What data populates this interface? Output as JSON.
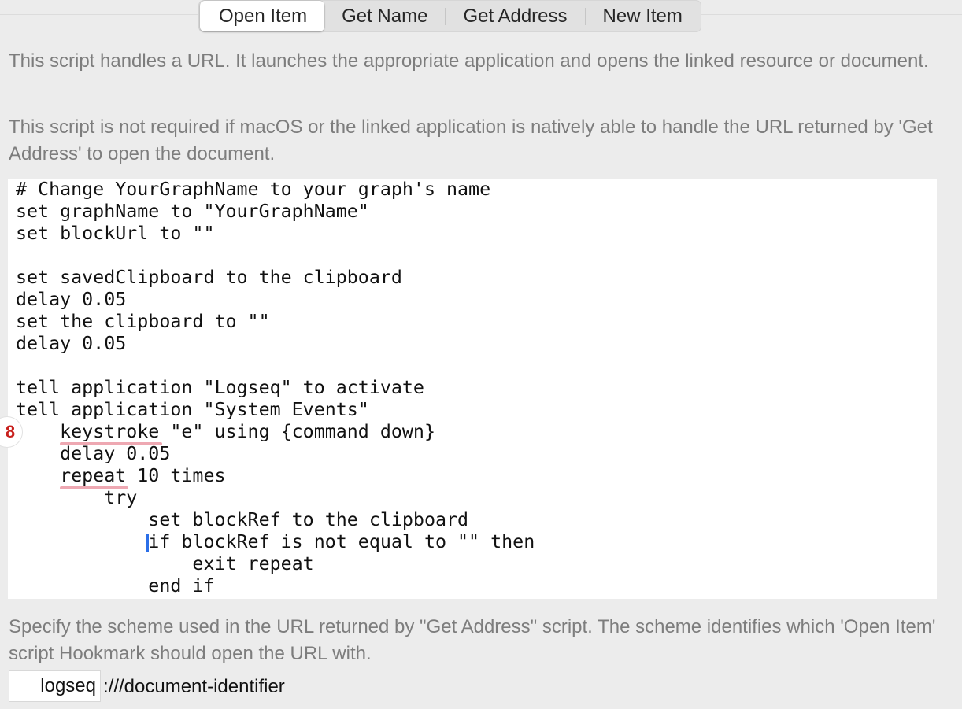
{
  "tabs": [
    {
      "label": "Open Item",
      "active": true
    },
    {
      "label": "Get Name",
      "active": false
    },
    {
      "label": "Get Address",
      "active": false
    },
    {
      "label": "New Item",
      "active": false
    }
  ],
  "description_1": "This script handles a URL. It launches the appropriate application and opens the linked resource or document.",
  "description_2": "This script is not required if macOS or the linked application is natively able to handle the URL returned by 'Get Address' to open the document.",
  "code": {
    "lines": [
      "# Change YourGraphName to your graph's name",
      "set graphName to \"YourGraphName\"",
      "set blockUrl to \"\"",
      "",
      "set savedClipboard to the clipboard",
      "delay 0.05",
      "set the clipboard to \"\"",
      "delay 0.05",
      "",
      "tell application \"Logseq\" to activate",
      "tell application \"System Events\"",
      "    keystroke \"e\" using {command down}",
      "    delay 0.05",
      "    repeat 10 times",
      "        try",
      "            set blockRef to the clipboard",
      "            if blockRef is not equal to \"\" then",
      "                exit repeat",
      "            end if"
    ],
    "error_count": "8"
  },
  "scheme_description": "Specify the scheme used in the URL returned by \"Get Address\" script. The scheme identifies which 'Open Item' script Hookmark should open the URL with.",
  "scheme": {
    "value": "logseq",
    "suffix": ":///document-identifier"
  },
  "colors": {
    "background": "#ececec",
    "error": "#c8211e",
    "squiggle": "#eea8b2",
    "caret": "#2b6fe8"
  }
}
